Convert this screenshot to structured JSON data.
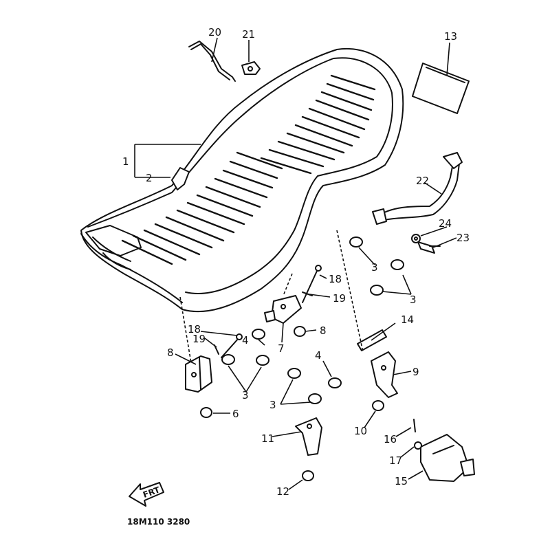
{
  "diagram": {
    "callouts": {
      "c1": "1",
      "c2": "2",
      "c3a": "3",
      "c3b": "3",
      "c3c": "3",
      "c3d": "3",
      "c4a": "4",
      "c4b": "4",
      "c6": "6",
      "c7": "7",
      "c8a": "8",
      "c8b": "8",
      "c9": "9",
      "c10": "10",
      "c11": "11",
      "c12": "12",
      "c13": "13",
      "c14": "14",
      "c15": "15",
      "c16": "16",
      "c17": "17",
      "c18a": "18",
      "c18b": "18",
      "c19a": "19",
      "c19b": "19",
      "c20": "20",
      "c21": "21",
      "c22": "22",
      "c23": "23",
      "c24": "24"
    },
    "front_arrow_label": "FRT",
    "diagram_code": "18M110 3280"
  }
}
